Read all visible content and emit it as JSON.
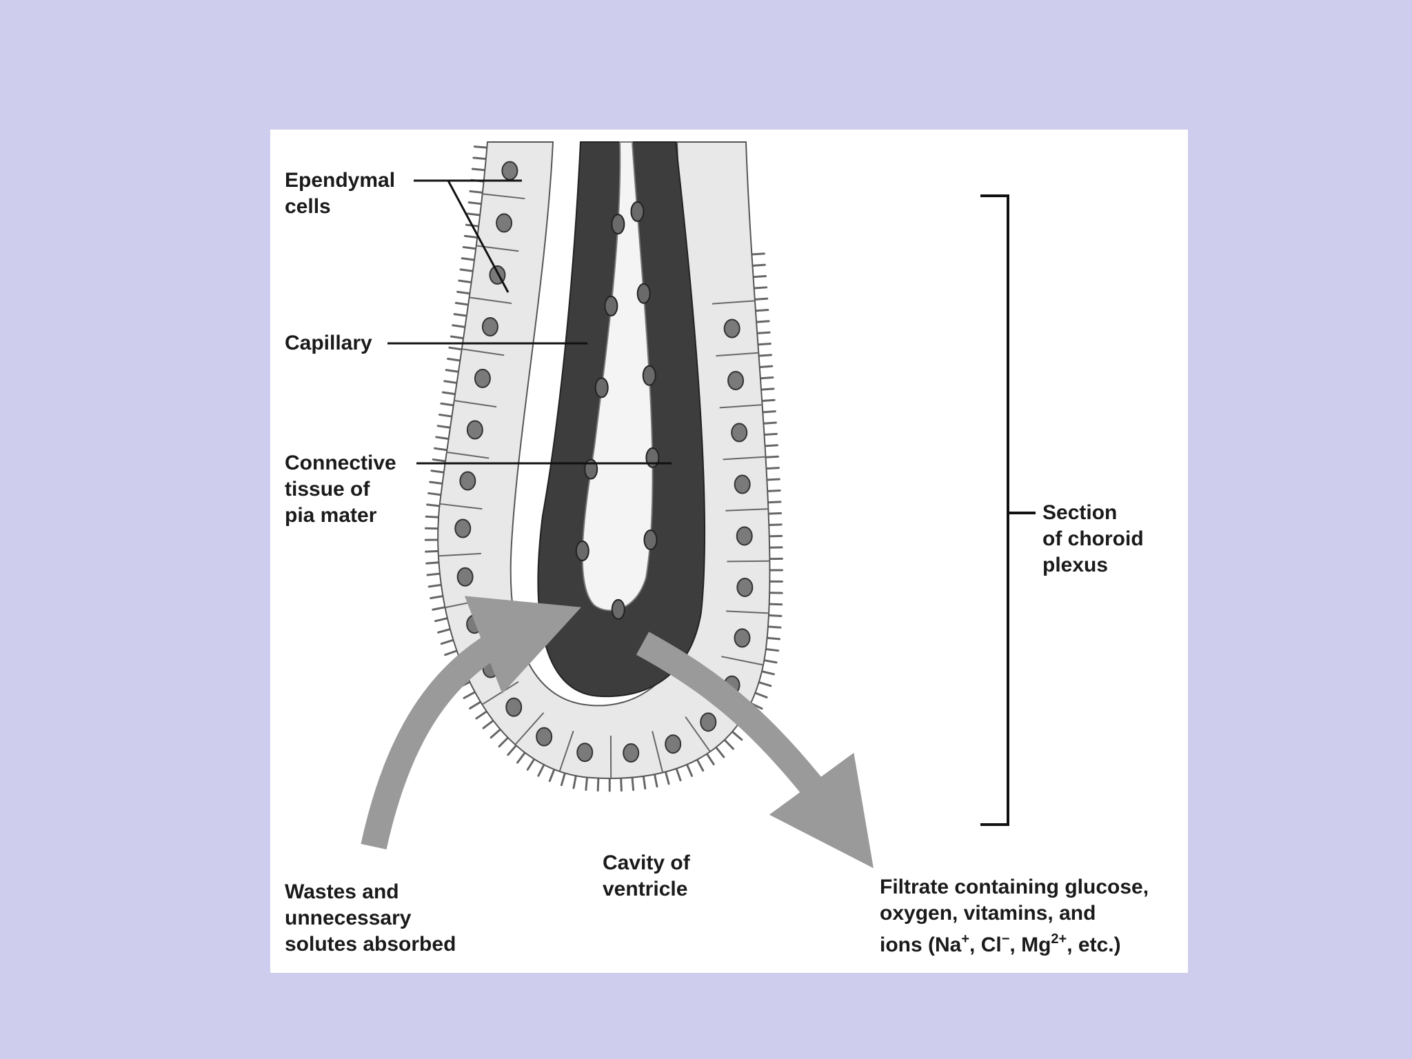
{
  "colors": {
    "background": "#cfcdee",
    "panel": "#ffffff",
    "capillary": "#3d3d3d",
    "ependymal_cell": "#e8e8e8",
    "connective_tissue": "#f4f4f4",
    "arrow": "#9a9a9a",
    "leader_line": "#111111",
    "text": "#1a1a1a"
  },
  "labels": {
    "ependymal": [
      "Ependymal",
      "cells"
    ],
    "capillary": "Capillary",
    "connective": [
      "Connective",
      "tissue of",
      "pia mater"
    ],
    "section": [
      "Section",
      "of choroid",
      "plexus"
    ],
    "cavity": [
      "Cavity of",
      "ventricle"
    ],
    "wastes": [
      "Wastes and",
      "unnecessary",
      "solutes absorbed"
    ],
    "filtrate": {
      "line1": "Filtrate containing glucose,",
      "line2": "oxygen, vitamins, and",
      "line3": {
        "prefix": "ions (Na",
        "na_charge": "+",
        "cl": ", Cl",
        "cl_charge": "−",
        "mg": ", Mg",
        "mg_charge": "2+",
        "suffix": ", etc.)"
      }
    }
  }
}
